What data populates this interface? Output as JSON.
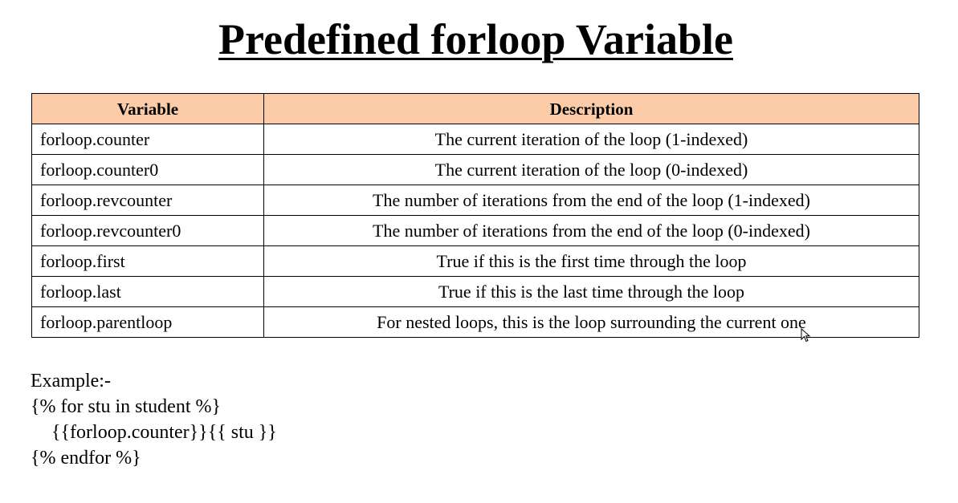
{
  "title": "Predefined forloop Variable",
  "table": {
    "headers": [
      "Variable",
      "Description"
    ],
    "rows": [
      {
        "variable": "forloop.counter",
        "description": "The current iteration of the loop (1-indexed)"
      },
      {
        "variable": "forloop.counter0",
        "description": "The current iteration of the loop (0-indexed)"
      },
      {
        "variable": "forloop.revcounter",
        "description": "The number of iterations from the end of the loop (1-indexed)"
      },
      {
        "variable": "forloop.revcounter0",
        "description": "The number of iterations from the end of the loop (0-indexed)"
      },
      {
        "variable": "forloop.first",
        "description": "True if this is the first time through the loop"
      },
      {
        "variable": "forloop.last",
        "description": "True if this is the last time through the loop"
      },
      {
        "variable": "forloop.parentloop",
        "description": "For nested loops, this is the loop surrounding the current one"
      }
    ]
  },
  "example": {
    "heading": "Example:-",
    "lines": [
      "{% for stu in student %}",
      "{{forloop.counter}}{{ stu }}",
      "{% endfor %}"
    ]
  },
  "colors": {
    "header_background": "#fccca8"
  },
  "icons": {
    "cursor": "mouse-pointer-icon"
  }
}
